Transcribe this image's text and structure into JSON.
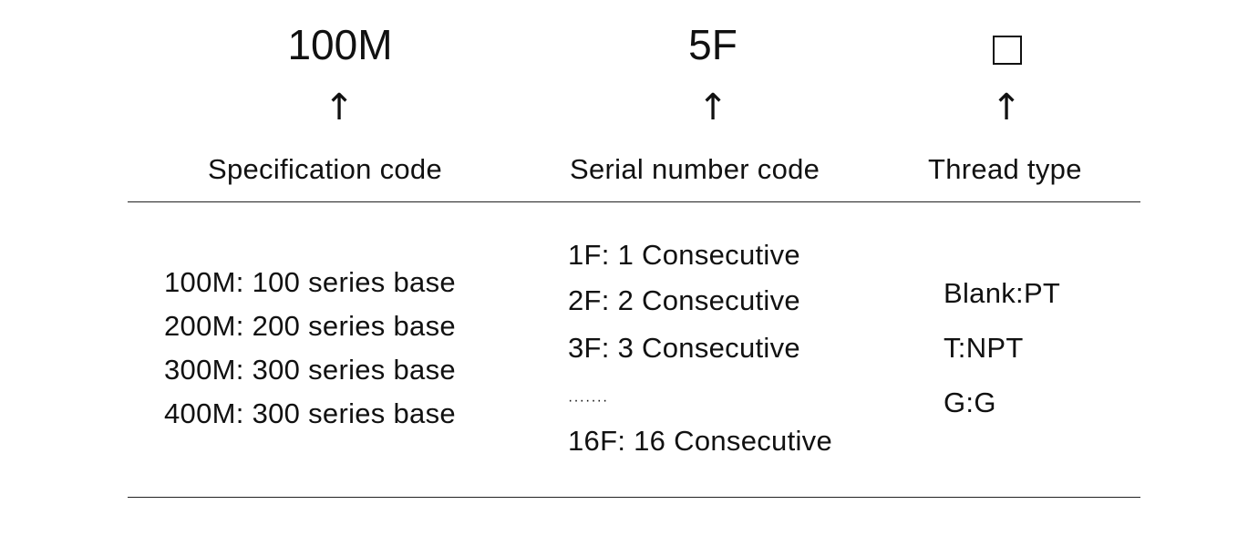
{
  "columns": [
    {
      "code": "100M",
      "arrow": "↑",
      "heading": "Specification code",
      "items": [
        "100M: 100 series base",
        "200M: 200 series base",
        "300M: 300 series base",
        "400M: 300 series base"
      ]
    },
    {
      "code": "5F",
      "arrow": "↑",
      "heading": "Serial number code",
      "items": [
        "1F: 1 Consecutive",
        "2F: 2 Consecutive",
        "3F: 3 Consecutive",
        "·······",
        "16F: 16 Consecutive"
      ]
    },
    {
      "code": "",
      "code_icon": "empty-box-icon",
      "arrow": "↑",
      "heading": "Thread type",
      "items": [
        "Blank:PT",
        "T:NPT",
        "G:G"
      ]
    }
  ]
}
